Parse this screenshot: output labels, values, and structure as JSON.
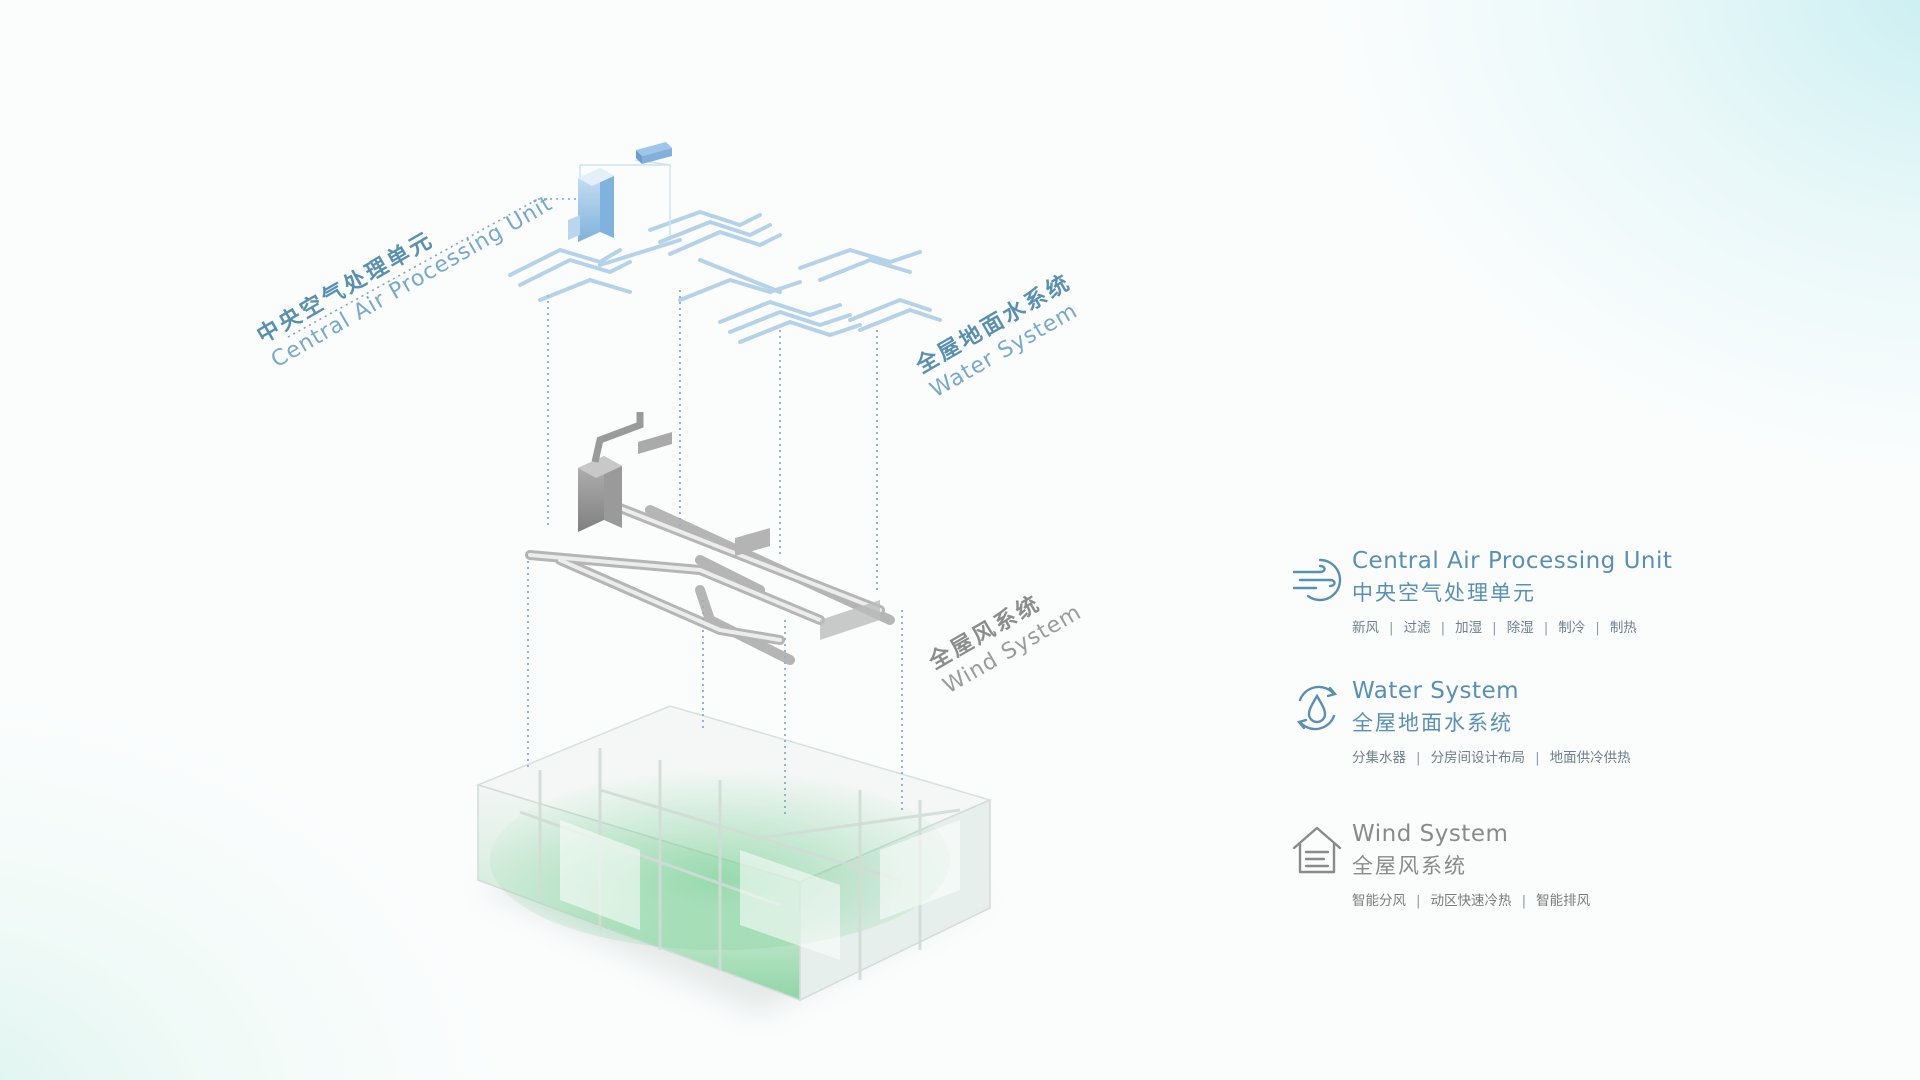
{
  "diagram_labels": {
    "capu": {
      "zh": "中央空气处理单元",
      "en": "Central Air Processing Unit"
    },
    "water": {
      "zh": "全屋地面水系统",
      "en": "Water System"
    },
    "wind": {
      "zh": "全屋风系统",
      "en": "Wind System"
    }
  },
  "legend": {
    "capu": {
      "title_en": "Central Air Processing Unit",
      "title_zh": "中央空气处理单元",
      "icon": "air-flow-icon",
      "tags": [
        "新风",
        "过滤",
        "加湿",
        "除湿",
        "制冷",
        "制热"
      ]
    },
    "water": {
      "title_en": "Water System",
      "title_zh": "全屋地面水系统",
      "icon": "water-drop-cycle-icon",
      "tags": [
        "分集水器",
        "分房间设计布局",
        "地面供冷供热"
      ]
    },
    "wind": {
      "title_en": "Wind System",
      "title_zh": "全屋风系统",
      "icon": "house-vent-icon",
      "tags": [
        "智能分风",
        "动区快速冷热",
        "智能排风"
      ]
    }
  },
  "colors": {
    "blue_accent": "#5b8fb2",
    "grey_text": "#8a8a8a",
    "house_green": "#7ed39a",
    "pipe_blue": "#9fc4e2",
    "duct_grey": "#9a9a9a"
  }
}
